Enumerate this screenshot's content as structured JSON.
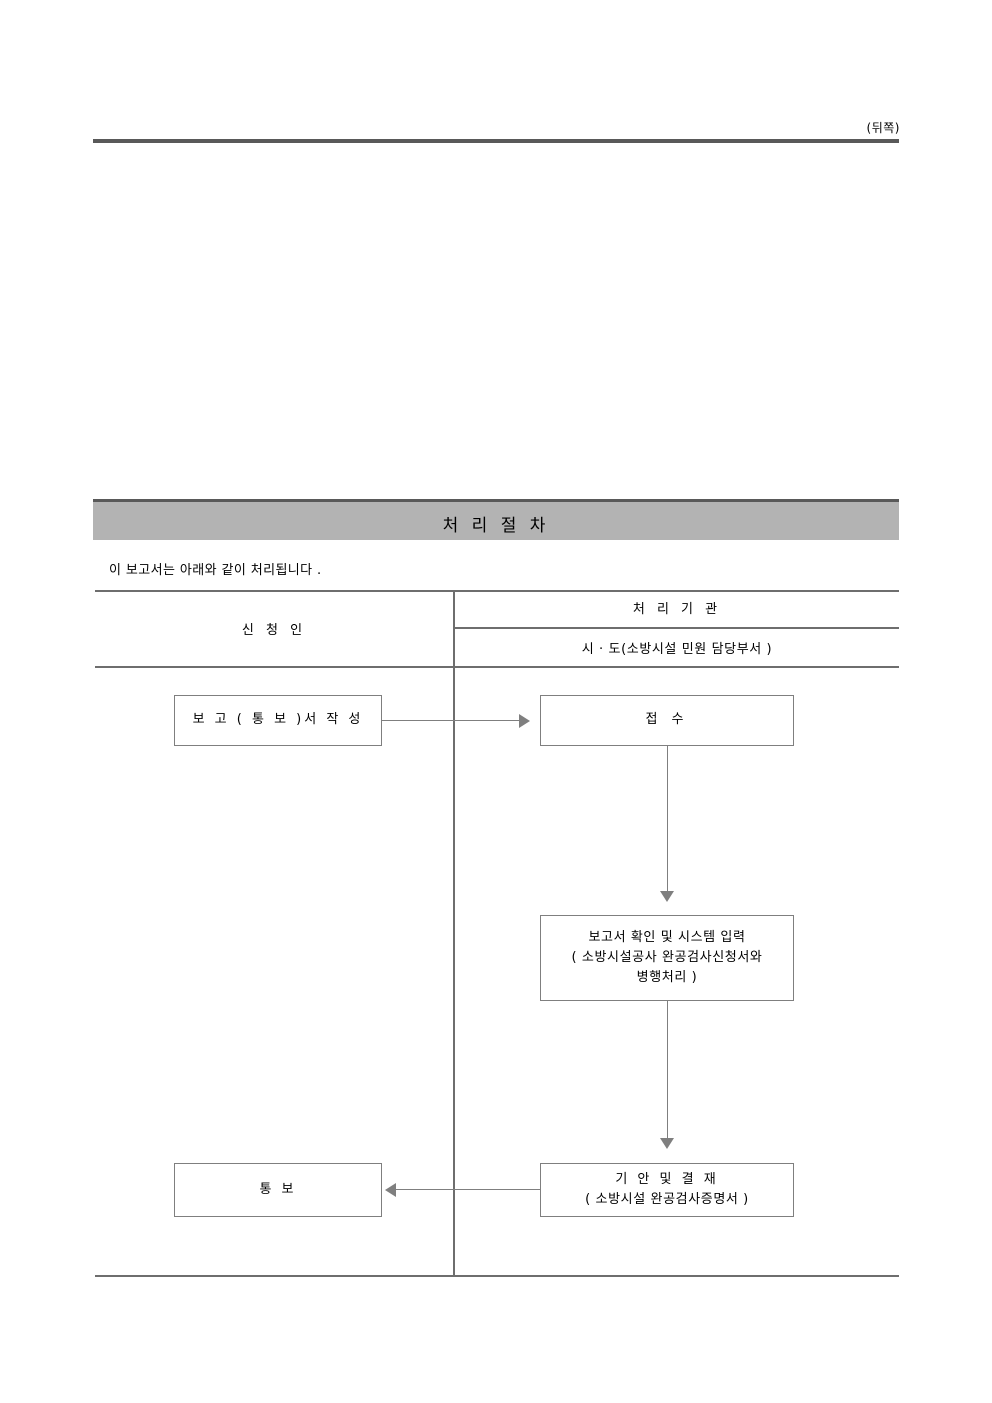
{
  "page": {
    "side_label": "(뒤쪽)"
  },
  "section": {
    "title": "처 리 절 차",
    "intro": "이  보고서는 아래와 같이 처리됩니다 ."
  },
  "process_table": {
    "columns": [
      {
        "id": "applicant",
        "header": "신 청 인"
      },
      {
        "id": "agency",
        "header": "처 리 기 관",
        "subheader": "시 · 도(소방시설 민원 담당부서 )"
      }
    ]
  },
  "flow": {
    "nodes": [
      {
        "id": "report",
        "column": "applicant",
        "lines": [
          "보 고 ( 통 보 )서  작 성"
        ]
      },
      {
        "id": "receive",
        "column": "agency",
        "lines": [
          "접 수"
        ]
      },
      {
        "id": "check",
        "column": "agency",
        "lines": [
          "보고서 확인 및 시스템 입력",
          "( 소방시설공사 완공검사신청서와",
          "병행처리 )"
        ]
      },
      {
        "id": "draft",
        "column": "agency",
        "lines": [
          "기 안 및 결 재",
          "( 소방시설 완공검사증명서 )"
        ]
      },
      {
        "id": "notify",
        "column": "applicant",
        "lines": [
          "통   보"
        ]
      }
    ],
    "edges": [
      {
        "from": "report",
        "to": "receive",
        "direction": "right"
      },
      {
        "from": "receive",
        "to": "check",
        "direction": "down"
      },
      {
        "from": "check",
        "to": "draft",
        "direction": "down"
      },
      {
        "from": "draft",
        "to": "notify",
        "direction": "left"
      }
    ]
  },
  "colors": {
    "band_fill": "#b3b3b3",
    "rule_dark": "#595959",
    "table_line": "#6e6e6e",
    "box_line": "#7f7f7f"
  }
}
